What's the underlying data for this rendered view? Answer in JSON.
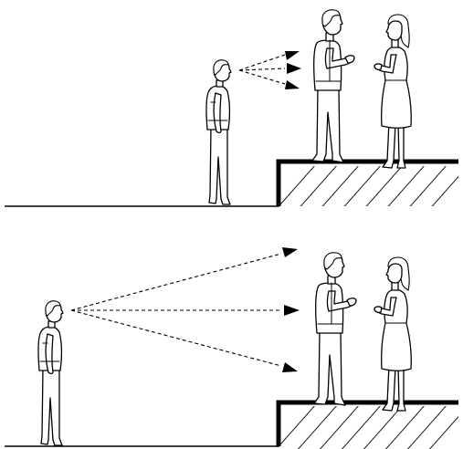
{
  "figure": {
    "panels": [
      {
        "label": "",
        "observer_distance": "near"
      },
      {
        "label": "",
        "observer_distance": "far"
      }
    ],
    "colors": {
      "ink": "#000000",
      "background": "#ffffff"
    },
    "icons": [
      "observer-figure",
      "man-figure",
      "woman-figure",
      "sight-line-arrow",
      "raised-platform"
    ]
  }
}
